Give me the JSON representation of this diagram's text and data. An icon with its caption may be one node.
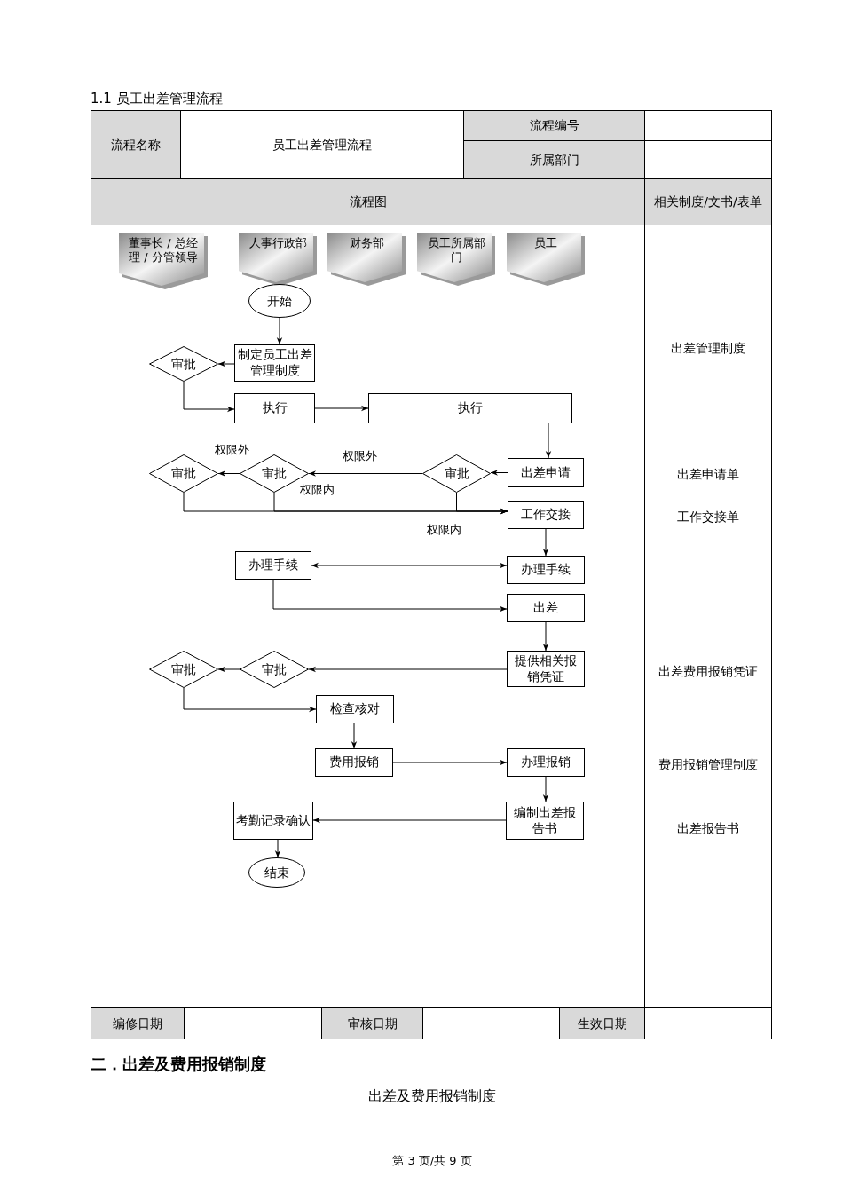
{
  "diagram": {
    "title": "1.1 员工出差管理流程",
    "nodes": [
      {
        "text": [
          "董事长 / 总经理 / 分管领导"
        ]
      },
      {
        "text": [
          "人事行政部"
        ]
      },
      {
        "text": [
          "财务部"
        ]
      },
      {
        "text": [
          "员工所属部门"
        ]
      },
      {
        "text": [
          "员工"
        ]
      },
      {
        "text": [
          "开始"
        ]
      },
      {
        "text": [
          "制定员工出差管理制度"
        ]
      },
      {
        "text": [
          "审批"
        ]
      },
      {
        "text": [
          "执行"
        ]
      },
      {
        "text": [
          "执行"
        ]
      },
      {
        "text": [
          "出差申请"
        ]
      },
      {
        "text": [
          "审批"
        ]
      },
      {
        "text": [
          "审批"
        ]
      },
      {
        "text": [
          "审批"
        ]
      },
      {
        "text": [
          "工作交接"
        ]
      },
      {
        "text": [
          "办理手续"
        ]
      },
      {
        "text": [
          "办理手续"
        ]
      },
      {
        "text": [
          "出差"
        ]
      },
      {
        "text": [
          "提供相关报销凭证"
        ]
      },
      {
        "text": [
          "审批"
        ]
      },
      {
        "text": [
          "审批"
        ]
      },
      {
        "text": [
          "检查核对"
        ]
      },
      {
        "text": [
          "费用报销"
        ]
      },
      {
        "text": [
          "办理报销"
        ]
      },
      {
        "text": [
          "编制出差报告书"
        ]
      },
      {
        "text": [
          "考勤记录确认"
        ]
      },
      {
        "text": [
          "结束"
        ]
      }
    ],
    "edges": [
      {
        "from": 5,
        "to": 6,
        "arrow": "to"
      },
      {
        "from": 6,
        "to": 7,
        "arrow": "to"
      },
      {
        "from": 7,
        "to": 8,
        "arrow": "to"
      },
      {
        "from": 8,
        "to": 9,
        "arrow": "to"
      },
      {
        "from": 9,
        "to": 10,
        "arrow": "to"
      },
      {
        "from": 10,
        "to": 11,
        "arrow": "to"
      },
      {
        "from": 11,
        "to": 12,
        "arrow": "to",
        "label": "权限外"
      },
      {
        "from": 12,
        "to": 13,
        "arrow": "to",
        "label": "权限外"
      },
      {
        "from": 13,
        "to": 14,
        "arrow": "to"
      },
      {
        "from": 12,
        "to": 14,
        "arrow": "to",
        "label": "权限内"
      },
      {
        "from": 11,
        "to": 14,
        "arrow": "to",
        "label": "权限内"
      },
      {
        "from": 14,
        "to": 16,
        "arrow": "to"
      },
      {
        "from": 15,
        "to": 16,
        "arrow": "both"
      },
      {
        "from": 15,
        "to": 17,
        "arrow": "to"
      },
      {
        "from": 17,
        "to": 18,
        "arrow": "to"
      },
      {
        "from": 18,
        "to": 19,
        "arrow": "to"
      },
      {
        "from": 19,
        "to": 20,
        "arrow": "to"
      },
      {
        "from": 20,
        "to": 21,
        "arrow": "to"
      },
      {
        "from": 21,
        "to": 22,
        "arrow": "to"
      },
      {
        "from": 22,
        "to": 23,
        "arrow": "to"
      },
      {
        "from": 23,
        "to": 24,
        "arrow": "to"
      },
      {
        "from": 24,
        "to": 25,
        "arrow": "to"
      },
      {
        "from": 25,
        "to": 26,
        "arrow": "to"
      }
    ],
    "labels": [
      "流程名称",
      "员工出差管理流程",
      "流程编号",
      "所属部门",
      "流程图",
      "相关制度/文书/表单",
      "出差管理制度",
      "出差申请单",
      "工作交接单",
      "出差费用报销凭证",
      "费用报销管理制度",
      "出差报告书",
      "编修日期",
      "审核日期",
      "生效日期",
      "二．出差及费用报销制度",
      "出差及费用报销制度",
      "第 3 页/共 9 页"
    ]
  }
}
